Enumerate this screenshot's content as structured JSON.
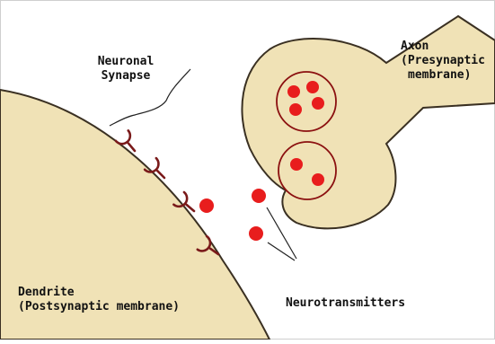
{
  "labels": {
    "synapse_line1": "Neuronal",
    "synapse_line2": "Synapse",
    "axon_line1": "Axon",
    "axon_line2": "(Presynaptic",
    "axon_line3": "membrane)",
    "dendrite_line1": "Dendrite",
    "dendrite_line2": "(Postsynaptic membrane)",
    "neurotransmitters": "Neurotransmitters"
  },
  "colors": {
    "membrane_fill": "#f0e2b6",
    "membrane_stroke": "#3a3022",
    "vesicle_stroke": "#8b1010",
    "neurotransmitter": "#e81d1d",
    "receptor": "#7a1a1a"
  }
}
